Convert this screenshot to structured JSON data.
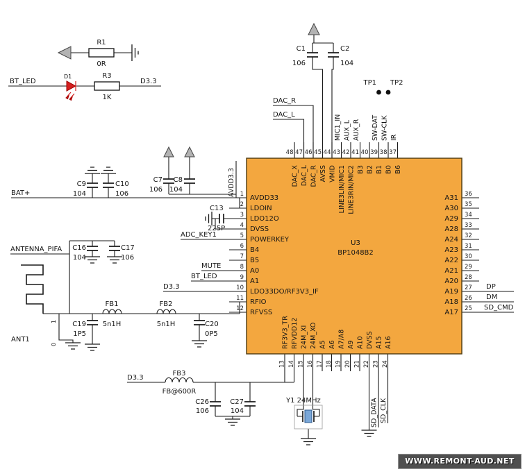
{
  "watermark": {
    "text": "WWW.REMONT-AUD.NET"
  },
  "chip": {
    "ref": "U3",
    "part": "BP1048B2",
    "left_pins": [
      {
        "num": "1",
        "name": "AVDD33"
      },
      {
        "num": "2",
        "name": "LDOIN"
      },
      {
        "num": "3",
        "name": "LDO12O"
      },
      {
        "num": "4",
        "name": "DVSS"
      },
      {
        "num": "5",
        "name": "POWERKEY"
      },
      {
        "num": "6",
        "name": "B4"
      },
      {
        "num": "7",
        "name": "B5"
      },
      {
        "num": "8",
        "name": "A0"
      },
      {
        "num": "9",
        "name": "A1"
      },
      {
        "num": "10",
        "name": "LDO33DO/RF3V3_IF"
      },
      {
        "num": "11",
        "name": "RFIO"
      },
      {
        "num": "12",
        "name": "RFVSS"
      }
    ],
    "right_pins": [
      {
        "num": "36",
        "name": "A31"
      },
      {
        "num": "35",
        "name": "A30"
      },
      {
        "num": "34",
        "name": "A29"
      },
      {
        "num": "33",
        "name": "A28"
      },
      {
        "num": "32",
        "name": "A24"
      },
      {
        "num": "31",
        "name": "A23"
      },
      {
        "num": "30",
        "name": "A22"
      },
      {
        "num": "29",
        "name": "A21"
      },
      {
        "num": "28",
        "name": "A20"
      },
      {
        "num": "27",
        "name": "A19"
      },
      {
        "num": "26",
        "name": "A18"
      },
      {
        "num": "25",
        "name": "A17"
      }
    ],
    "top_pins": [
      {
        "num": "48",
        "name": "DAC_X"
      },
      {
        "num": "47",
        "name": "DAC_L"
      },
      {
        "num": "46",
        "name": "DAC_R"
      },
      {
        "num": "45",
        "name": "AVSS"
      },
      {
        "num": "44",
        "name": "VMID"
      },
      {
        "num": "43",
        "name": "LINE3LIN/MIC1"
      },
      {
        "num": "42",
        "name": "LINE3RIN/MIC2"
      },
      {
        "num": "41",
        "name": "B3"
      },
      {
        "num": "40",
        "name": "B2"
      },
      {
        "num": "39",
        "name": "B1"
      },
      {
        "num": "38",
        "name": "B0"
      },
      {
        "num": "37",
        "name": "B6"
      }
    ],
    "bottom_pins": [
      {
        "num": "13",
        "name": "RF3V3_TR"
      },
      {
        "num": "14",
        "name": "RFVDD12"
      },
      {
        "num": "15",
        "name": "24M_XI"
      },
      {
        "num": "16",
        "name": "24M_XO"
      },
      {
        "num": "17",
        "name": "A5"
      },
      {
        "num": "18",
        "name": "A6"
      },
      {
        "num": "19",
        "name": "A7/A8"
      },
      {
        "num": "20",
        "name": "A9"
      },
      {
        "num": "21",
        "name": "A10"
      },
      {
        "num": "22",
        "name": "DVSS"
      },
      {
        "num": "23",
        "name": "A15"
      },
      {
        "num": "24",
        "name": "A16"
      }
    ]
  },
  "nets": {
    "bat": "BAT+",
    "avdd33": "AVDD3.3",
    "adc_key1": "ADC_KEY1",
    "mute": "MUTE",
    "bt_led": "BT_LED",
    "d33": "D3.3",
    "antenna_pifa": "ANTENNA_PIFA",
    "dac_r": "DAC_R",
    "dac_l": "DAC_L",
    "mic1_in": "MIC1_IN",
    "aux_l": "AUX_L",
    "aux_r": "AUX_R",
    "sw_dat": "SW-DAT",
    "sw_clk": "SW-CLK",
    "ir": "IR",
    "d33_bottom": "D3.3",
    "sd_data": "SD_DATA",
    "sd_clk": "SD_CLK",
    "dp": "DP",
    "dm": "DM",
    "sd_cmd": "SD_CMD",
    "bt_led_tl": "BT_LED",
    "d33_tl": "D3.3"
  },
  "components": {
    "r1": {
      "ref": "R1",
      "value": "0R"
    },
    "r3": {
      "ref": "R3",
      "value": "1K"
    },
    "d1": {
      "ref": "D1"
    },
    "c1": {
      "ref": "C1",
      "value": "106"
    },
    "c2": {
      "ref": "C2",
      "value": "104"
    },
    "c7": {
      "ref": "C7",
      "value": "106"
    },
    "c8": {
      "ref": "C8",
      "value": "104"
    },
    "c9": {
      "ref": "C9",
      "value": "104"
    },
    "c10": {
      "ref": "C10",
      "value": "106"
    },
    "c13": {
      "ref": "C13",
      "value": "225P"
    },
    "c16": {
      "ref": "C16",
      "value": "104"
    },
    "c17": {
      "ref": "C17",
      "value": "106"
    },
    "c19": {
      "ref": "C19",
      "value": "1P5"
    },
    "c20": {
      "ref": "C20",
      "value": "0P5"
    },
    "c26": {
      "ref": "C26",
      "value": "106"
    },
    "c27": {
      "ref": "C27",
      "value": "104"
    },
    "fb1": {
      "ref": "FB1",
      "value": "5n1H"
    },
    "fb2": {
      "ref": "FB2",
      "value": "5n1H"
    },
    "fb3": {
      "ref": "FB3",
      "value": "FB@600R"
    },
    "y1": {
      "label": "Y1 24MHz"
    },
    "ant1": {
      "ref": "ANT1",
      "pin_feed": "1",
      "pin_gnd": "0"
    },
    "tp1": {
      "ref": "TP1"
    },
    "tp2": {
      "ref": "TP2"
    }
  }
}
